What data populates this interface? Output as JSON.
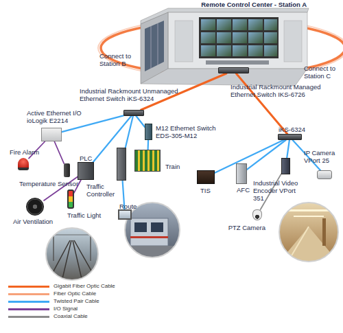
{
  "diagram": {
    "nodes": [
      {
        "text": [
          "Remote Control Center - Station A"
        ]
      },
      {
        "text": [
          "Industrial Rackmount Managed Ethernet Switch IKS-6726"
        ],
        "in": 0
      },
      {
        "text": [
          "Industrial Rackmount Unmanaged Ethernet Switch iKS-6324"
        ]
      },
      {
        "text": [
          "iKS-6324"
        ]
      },
      {
        "text": [
          "Active Ethernet I/O ioLogik E2214"
        ]
      },
      {
        "text": [
          "M12 Ethernet Switch EDS-305-M12"
        ]
      },
      {
        "text": [
          "Fire Alarm"
        ]
      },
      {
        "text": [
          "Temperature Sensor"
        ]
      },
      {
        "text": [
          "PLC"
        ]
      },
      {
        "text": [
          "Traffic Controller"
        ]
      },
      {
        "text": [
          "Train"
        ]
      },
      {
        "text": [
          "Air Ventilation"
        ]
      },
      {
        "text": [
          "Traffic Light"
        ]
      },
      {
        "text": [
          "Route"
        ]
      },
      {
        "text": [
          "TIS"
        ]
      },
      {
        "text": [
          "AFC"
        ]
      },
      {
        "text": [
          "Industrial Video Encoder VPort 351"
        ]
      },
      {
        "text": [
          "IP Camera VPort 25"
        ]
      },
      {
        "text": [
          "PTZ Camera"
        ]
      }
    ],
    "edges": [
      {
        "from": 1,
        "to": 2,
        "arrow": "none"
      },
      {
        "from": 1,
        "to": 3,
        "arrow": "none"
      },
      {
        "from": 2,
        "to": 4,
        "arrow": "none"
      },
      {
        "from": 2,
        "to": 8,
        "arrow": "none"
      },
      {
        "from": 2,
        "to": 9,
        "arrow": "none"
      },
      {
        "from": 2,
        "to": 5,
        "arrow": "none"
      },
      {
        "from": 5,
        "to": 10,
        "arrow": "none"
      },
      {
        "from": 4,
        "to": 6,
        "arrow": "none"
      },
      {
        "from": 4,
        "to": 7,
        "arrow": "none"
      },
      {
        "from": 8,
        "to": 11,
        "arrow": "none"
      },
      {
        "from": 8,
        "to": 12,
        "arrow": "none"
      },
      {
        "from": 9,
        "to": 13,
        "arrow": "none"
      },
      {
        "from": 3,
        "to": 14,
        "arrow": "none"
      },
      {
        "from": 3,
        "to": 15,
        "arrow": "none"
      },
      {
        "from": 3,
        "to": 16,
        "arrow": "none"
      },
      {
        "from": 3,
        "to": 17,
        "arrow": "none"
      },
      {
        "from": 16,
        "to": 18,
        "arrow": "none"
      }
    ],
    "labels": [
      "Connect to Station B",
      "Connect to Station C"
    ],
    "legend": [
      {
        "text": "Gigabit Fiber Optic Cable",
        "color": "#f26522"
      },
      {
        "text": "Fiber Optic Cable",
        "color": "#f7a27a"
      },
      {
        "text": "Twisted Pair Cable",
        "color": "#3fa9f5"
      },
      {
        "text": "I/O Signal",
        "color": "#7b3f98"
      },
      {
        "text": "Coaxial Cable",
        "color": "#8c8c8c"
      }
    ]
  }
}
